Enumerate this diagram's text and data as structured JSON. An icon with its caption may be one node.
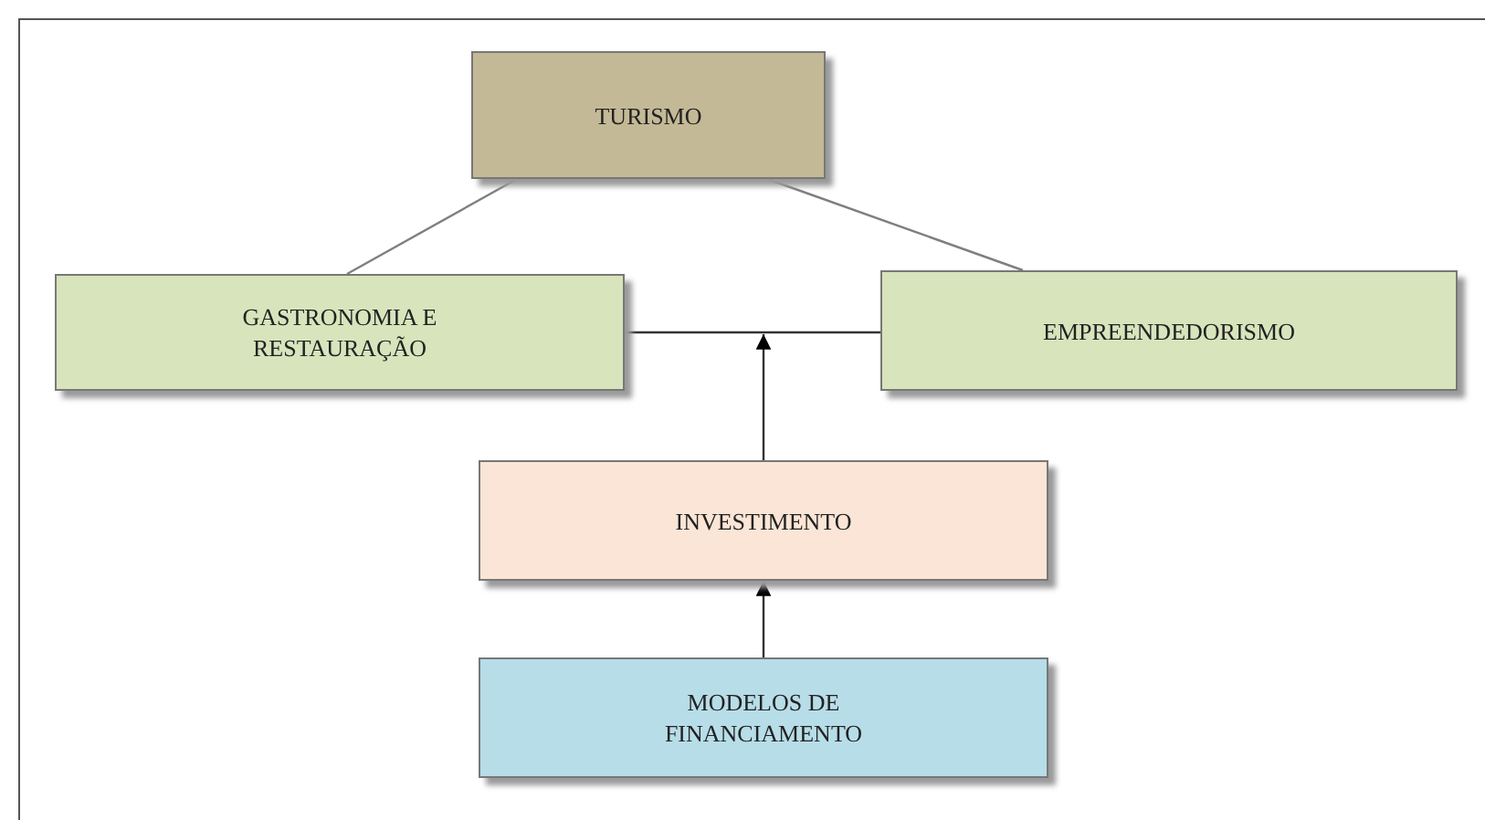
{
  "diagram": {
    "nodes": [
      {
        "text": [
          "TURISMO"
        ]
      },
      {
        "text": [
          "GASTRONOMIA E RESTAURAÇÃO"
        ]
      },
      {
        "text": [
          "EMPREENDEDORISMO"
        ]
      },
      {
        "text": [
          "INVESTIMENTO"
        ]
      },
      {
        "text": [
          "MODELOS DE FINANCIAMENTO"
        ]
      }
    ],
    "edges": [
      {
        "from": 0,
        "to": 1,
        "arrow": "none"
      },
      {
        "from": 0,
        "to": 2,
        "arrow": "none"
      },
      {
        "from": 1,
        "to": 2,
        "arrow": "none"
      },
      {
        "from": 3,
        "to": null,
        "arrow": "to"
      },
      {
        "from": 4,
        "to": 3,
        "arrow": "to"
      }
    ]
  }
}
